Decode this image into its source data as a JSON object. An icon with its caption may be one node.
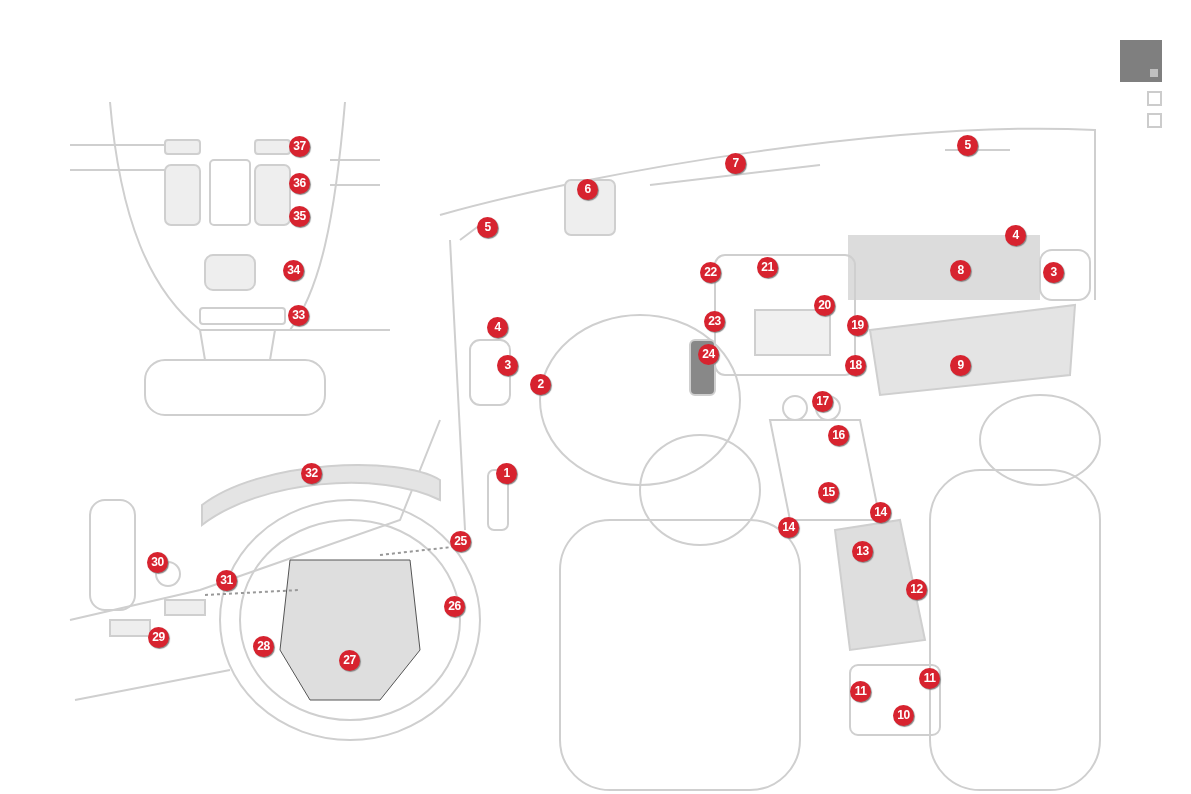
{
  "diagram": {
    "labels": [
      "37",
      "7",
      "5",
      "36",
      "6",
      "35",
      "5",
      "4",
      "34",
      "22",
      "21",
      "8",
      "3",
      "20",
      "33",
      "4",
      "23",
      "19",
      "3",
      "24",
      "18",
      "9",
      "2",
      "17",
      "16",
      "32",
      "1",
      "15",
      "25",
      "14",
      "14",
      "13",
      "30",
      "31",
      "12",
      "26",
      "29",
      "28",
      "27",
      "11",
      "11",
      "10"
    ]
  }
}
